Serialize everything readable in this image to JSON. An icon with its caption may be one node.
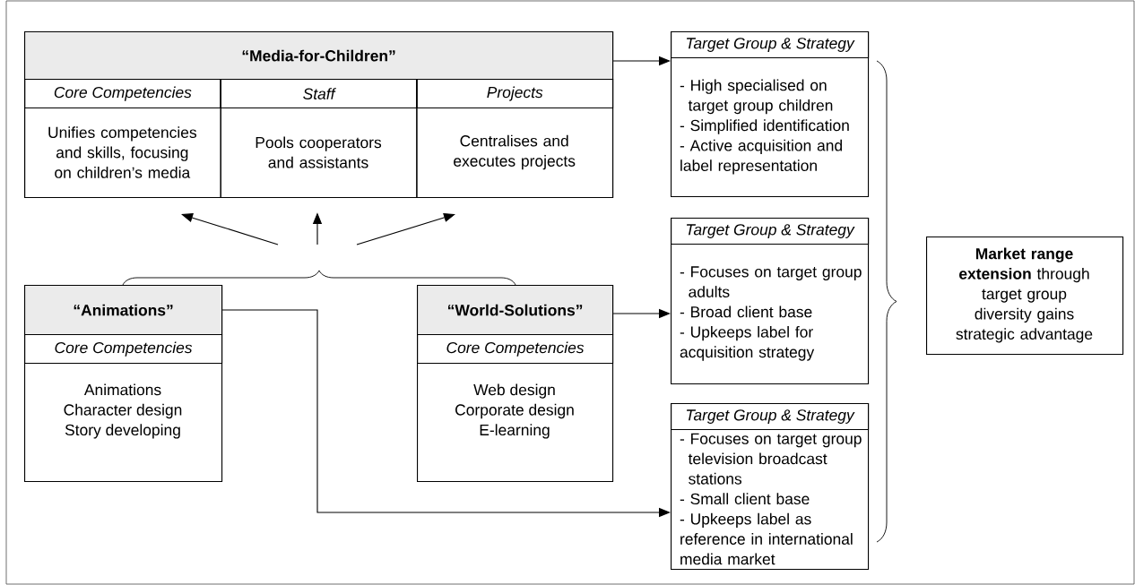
{
  "diagram": {
    "nodes": [
      {
        "text": [
          "“Media-for-Children”"
        ]
      },
      {
        "text": [
          "Core Competencies",
          "Unifies competencies and skills, focusing on children’s media"
        ],
        "in": 0
      },
      {
        "text": [
          "Staff",
          "Pools cooperators and assistants"
        ],
        "in": 0
      },
      {
        "text": [
          "Projects",
          "Centralises and executes projects"
        ],
        "in": 0
      },
      {
        "text": [
          "“Animations”",
          "Core Competencies",
          "Animations",
          "Character design",
          "Story developing"
        ]
      },
      {
        "text": [
          "“World-Solutions”",
          "Core Competencies",
          "Web design",
          "Corporate design",
          "E-learning"
        ]
      },
      {
        "text": [
          "Target Group & Strategy",
          "- High specialised on target group children",
          "- Simplified identification",
          "- Active acquisition and label representation"
        ]
      },
      {
        "text": [
          "Target Group & Strategy",
          "- Focuses on target group adults",
          "- Broad client base",
          "- Upkeeps label for acquisition strategy"
        ]
      },
      {
        "text": [
          "Target Group & Strategy",
          "- Focuses on target group television broadcast stations",
          "- Small client base",
          "- Upkeeps label as reference in international media market"
        ]
      },
      {
        "text": [
          "**Market range extension** through target group diversity gains strategic advantage"
        ]
      },
      {
        "text": [],
        "shape": "brace"
      }
    ],
    "edges": [
      {
        "from": 0,
        "to": 6,
        "arrow": "to"
      },
      {
        "from": 5,
        "to": 7,
        "arrow": "to"
      },
      {
        "from": 4,
        "to": 8,
        "arrow": "to"
      },
      {
        "from": 10,
        "to": 1,
        "arrow": "to"
      },
      {
        "from": 10,
        "to": 2,
        "arrow": "to"
      },
      {
        "from": 10,
        "to": 3,
        "arrow": "to"
      }
    ]
  }
}
